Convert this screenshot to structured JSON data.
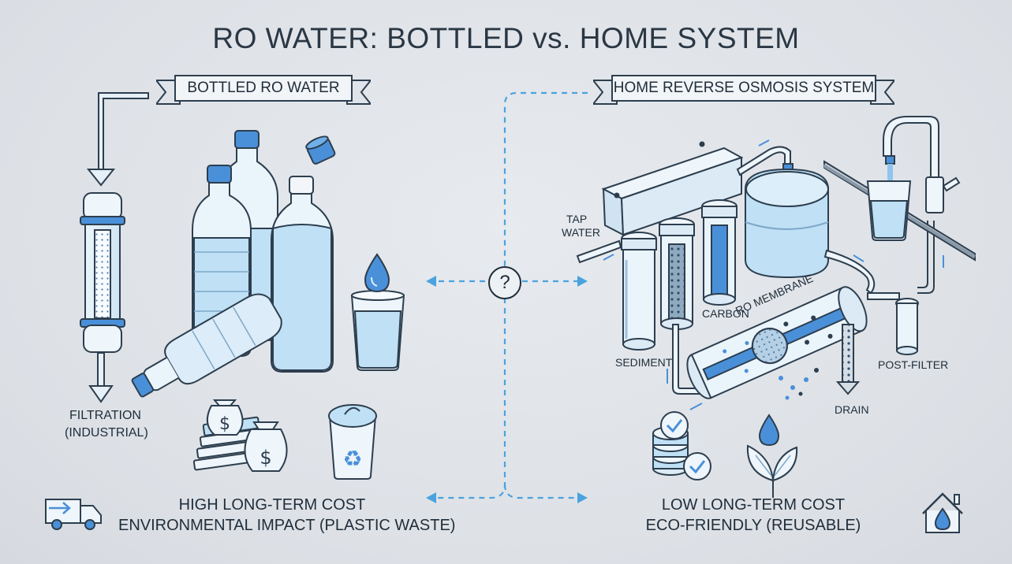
{
  "title": "RO WATER: BOTTLED vs. HOME SYSTEM",
  "left": {
    "banner": "BOTTLED RO WATER",
    "process_label_1": "FILTRATION",
    "process_label_2": "(INDUSTRIAL)",
    "caption_1": "HIGH LONG-TERM COST",
    "caption_2": "ENVIRONMENTAL IMPACT (PLASTIC WASTE)"
  },
  "right": {
    "banner": "HOME REVERSE OSMOSIS SYSTEM",
    "labels": {
      "tap_1": "TAP",
      "tap_2": "WATER",
      "sediment": "SEDIMENT",
      "carbon": "CARBON",
      "membrane": "RO MEMBRANE",
      "post_filter": "POST-FILTER",
      "drain": "DRAIN"
    },
    "caption_1": "LOW LONG-TERM COST",
    "caption_2": "ECO-FRIENDLY (REUSABLE)"
  },
  "center": {
    "symbol": "?"
  },
  "colors": {
    "accent": "#4a90d9",
    "water": "#bfe0f5",
    "line": "#2d3e4e",
    "dash": "#4aa3df"
  },
  "icons": [
    "filter-cartridge-icon",
    "water-bottle-icon",
    "bottle-cap-icon",
    "water-glass-icon",
    "water-drop-icon",
    "money-bags-icon",
    "recycle-bin-icon",
    "delivery-truck-icon",
    "ro-system-icon",
    "faucet-icon",
    "coins-check-icon",
    "leaf-drop-icon",
    "home-drop-icon"
  ]
}
